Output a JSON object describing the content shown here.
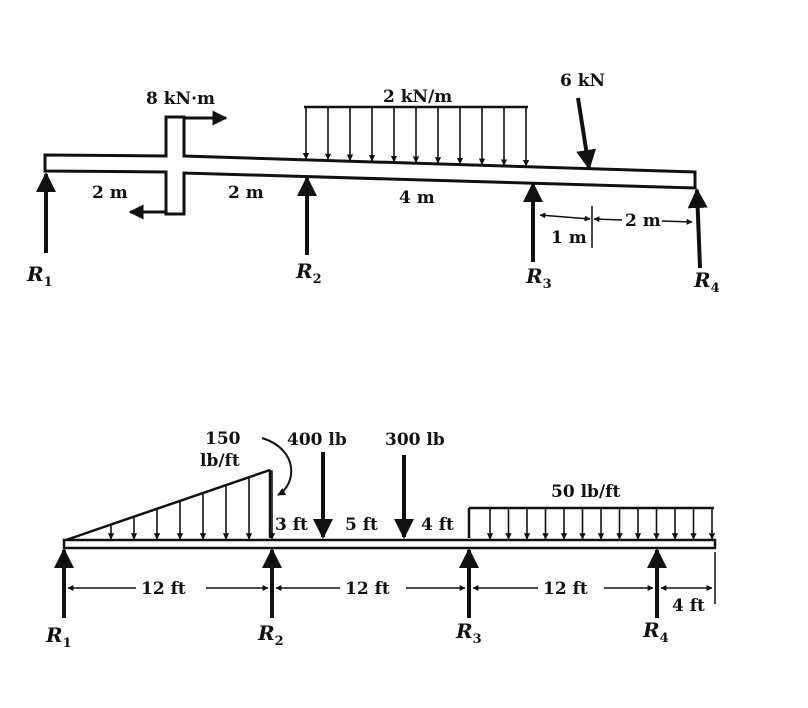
{
  "top": {
    "moment_label": "8 kN·m",
    "udl_label": "2 kN/m",
    "point_load_label": "6 kN",
    "dim_1": "2 m",
    "dim_2": "2 m",
    "dim_3": "4 m",
    "dim_4": "1 m",
    "dim_5": "2 m",
    "reactions": [
      {
        "letter": "R",
        "sub": "1"
      },
      {
        "letter": "R",
        "sub": "2"
      },
      {
        "letter": "R",
        "sub": "3"
      },
      {
        "letter": "R",
        "sub": "4"
      }
    ]
  },
  "bottom": {
    "tri_load_value": "150",
    "tri_load_unit": "lb/ft",
    "load_1": "400 lb",
    "load_2": "300 lb",
    "udl_label": "50 lb/ft",
    "dim_a": "3 ft",
    "dim_b": "5 ft",
    "dim_c": "4 ft",
    "span_1": "12 ft",
    "span_2": "12 ft",
    "span_3": "12 ft",
    "overhang": "4 ft",
    "reactions": [
      {
        "letter": "R",
        "sub": "1"
      },
      {
        "letter": "R",
        "sub": "2"
      },
      {
        "letter": "R",
        "sub": "3"
      },
      {
        "letter": "R",
        "sub": "4"
      }
    ]
  }
}
